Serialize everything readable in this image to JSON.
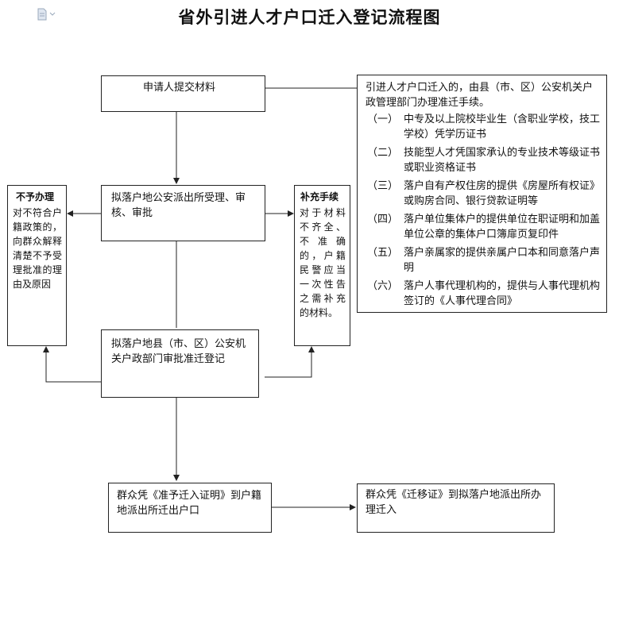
{
  "title": "省外引进人才户口迁入登记流程图",
  "boxes": {
    "apply": "申请人提交材料",
    "accept": "拟落户地公安派出所受理、审核、审批",
    "approve": "拟落户地县（市、区）公安机关户政部门审批准迁登记",
    "permit": "群众凭《准予迁入证明》到户籍地派出所迁出户口",
    "migrate": "群众凭《迁移证》到拟落户地派出所办理迁入"
  },
  "reject": {
    "title": "不予办理",
    "body": "对不符合户籍政策的，向群众解释清楚不予受理批准的理由及原因"
  },
  "supplement": {
    "title": "补充手续",
    "body": "对于材料不齐全、不准确的，户籍民警应当一次性告之需补充的材料。"
  },
  "policy": {
    "intro": "引进人才户口迁入的，由县（市、区）公安机关户政管理部门办理准迁手续。",
    "items": [
      {
        "num": "（一）",
        "text": "中专及以上院校毕业生（含职业学校，技工学校）凭学历证书"
      },
      {
        "num": "（二）",
        "text": "技能型人才凭国家承认的专业技术等级证书或职业资格证书"
      },
      {
        "num": "（三）",
        "text": "落户自有产权住房的提供《房屋所有权证》或购房合同、银行贷款证明等"
      },
      {
        "num": "（四）",
        "text": "落户单位集体户的提供单位在职证明和加盖单位公章的集体户口簿扉页复印件"
      },
      {
        "num": "（五）",
        "text": "落户亲属家的提供亲属户口本和同意落户声明"
      },
      {
        "num": "（六）",
        "text": "落户人事代理机构的，提供与人事代理机构签订的《人事代理合同》"
      }
    ]
  },
  "icons": {
    "document": "document-icon"
  }
}
